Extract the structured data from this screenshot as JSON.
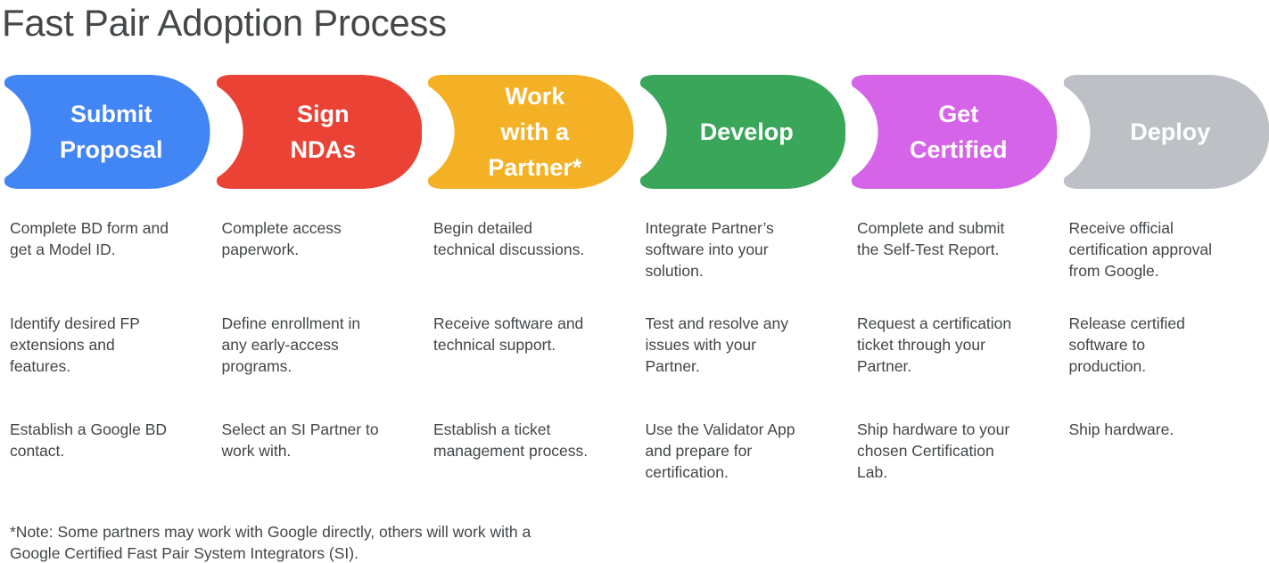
{
  "title": "Fast Pair Adoption Process",
  "stages": [
    {
      "label": "Submit\nProposal",
      "color": "#4285F4",
      "steps": [
        "Complete BD form and\nget a Model ID.",
        "Identify desired FP\nextensions and\nfeatures.",
        "Establish a Google BD\ncontact."
      ]
    },
    {
      "label": "Sign\nNDAs",
      "color": "#EA4335",
      "steps": [
        "Complete access\npaperwork.",
        "Define enrollment in\nany early-access\nprograms.",
        "Select an SI Partner to\nwork with."
      ]
    },
    {
      "label": "Work\nwith a\nPartner*",
      "color": "#F5B125",
      "steps": [
        "Begin detailed\ntechnical discussions.",
        "Receive software and\ntechnical support.",
        "Establish a ticket\nmanagement process."
      ]
    },
    {
      "label": "Develop",
      "color": "#3AA65A",
      "steps": [
        "Integrate Partner’s\nsoftware into your\nsolution.",
        "Test and resolve any\nissues with your\nPartner.",
        "Use the Validator App\nand prepare for\ncertification."
      ]
    },
    {
      "label": "Get\nCertified",
      "color": "#D564E8",
      "steps": [
        "Complete and submit\nthe Self-Test Report.",
        "Request a certification\nticket through your\nPartner.",
        "Ship hardware to your\nchosen Certification\nLab."
      ]
    },
    {
      "label": "Deploy",
      "color": "#BDC1C6",
      "steps": [
        "Receive official\ncertification approval\nfrom Google.",
        "Release certified\nsoftware to\nproduction.",
        "Ship hardware."
      ]
    }
  ],
  "note": "*Note: Some partners may work with Google directly, others will work with a\nGoogle Certified Fast Pair System Integrators (SI)."
}
